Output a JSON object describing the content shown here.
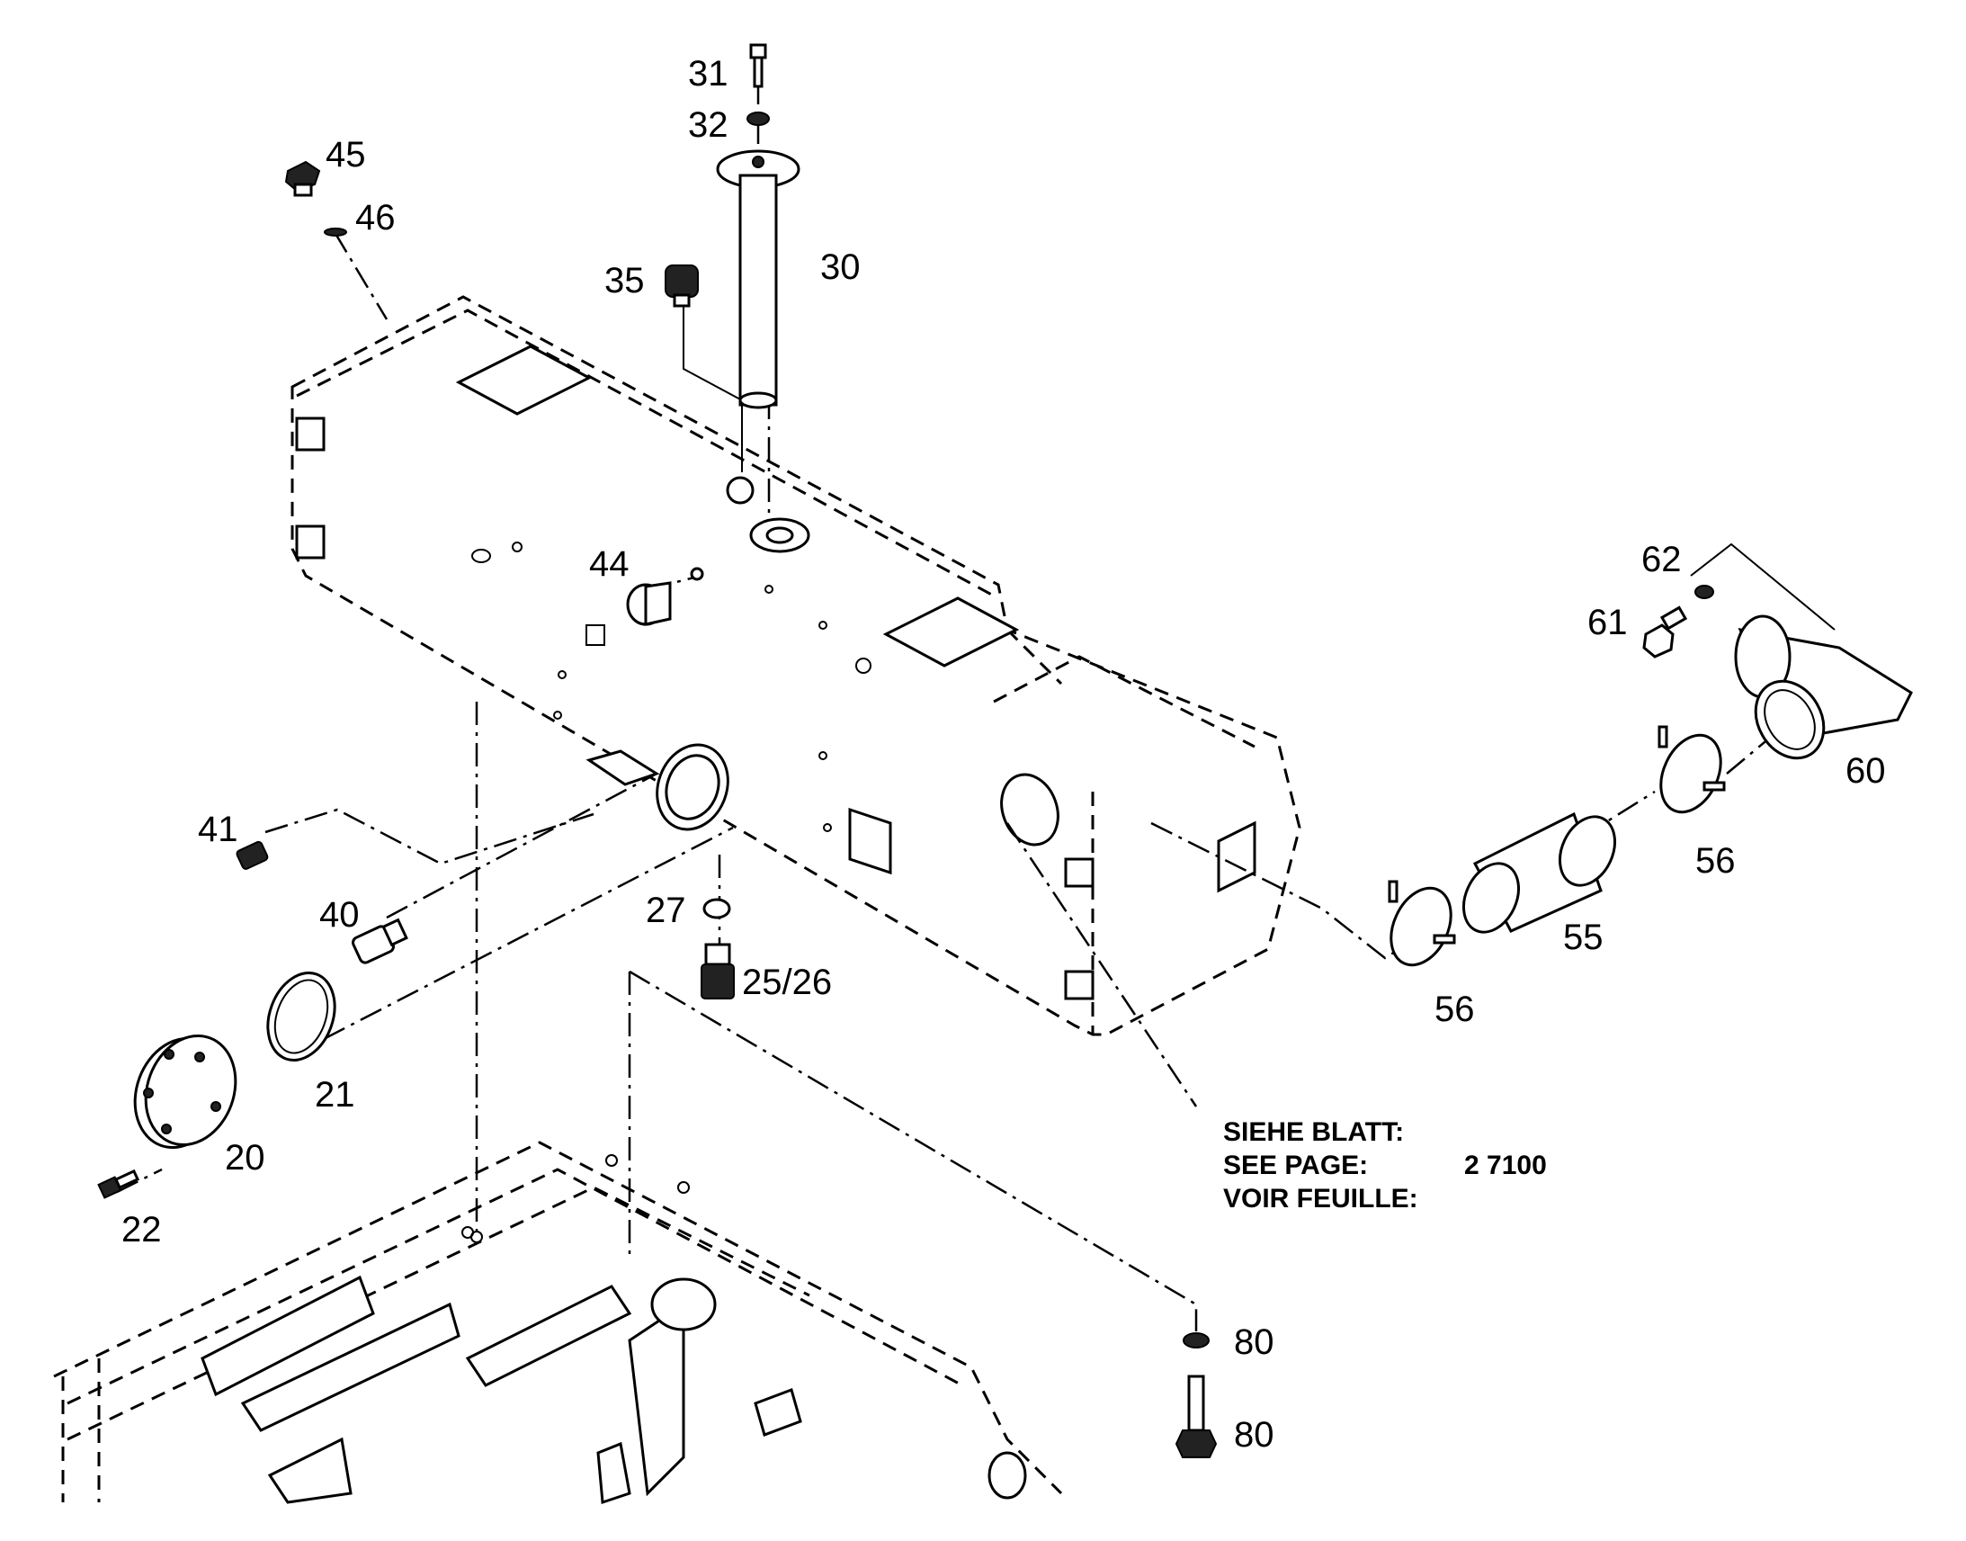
{
  "diagram": {
    "callouts": [
      {
        "id": "31",
        "text": "31"
      },
      {
        "id": "32",
        "text": "32"
      },
      {
        "id": "45",
        "text": "45"
      },
      {
        "id": "46",
        "text": "46"
      },
      {
        "id": "35",
        "text": "35"
      },
      {
        "id": "30",
        "text": "30"
      },
      {
        "id": "44",
        "text": "44"
      },
      {
        "id": "62",
        "text": "62"
      },
      {
        "id": "61",
        "text": "61"
      },
      {
        "id": "60",
        "text": "60"
      },
      {
        "id": "41",
        "text": "41"
      },
      {
        "id": "40",
        "text": "40"
      },
      {
        "id": "27",
        "text": "27"
      },
      {
        "id": "25_26",
        "text": "25/26"
      },
      {
        "id": "56a",
        "text": "56"
      },
      {
        "id": "55",
        "text": "55"
      },
      {
        "id": "56b",
        "text": "56"
      },
      {
        "id": "21",
        "text": "21"
      },
      {
        "id": "20",
        "text": "20"
      },
      {
        "id": "22",
        "text": "22"
      },
      {
        "id": "80a",
        "text": "80"
      },
      {
        "id": "80b",
        "text": "80"
      }
    ],
    "reference_note": {
      "line1": "SIEHE BLATT:",
      "line2": "SEE PAGE:",
      "page_number": "2 7100",
      "line3": "VOIR FEUILLE:"
    }
  }
}
